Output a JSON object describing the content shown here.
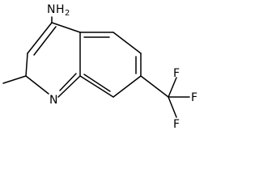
{
  "molecule": {
    "labels": {
      "amine_atom": "N",
      "amine_h": "H",
      "amine_count": "2",
      "ring_nitrogen": "N",
      "fluorine_1": "F",
      "fluorine_2": "F",
      "fluorine_3": "F"
    },
    "colors": {
      "bond": "#000000",
      "text": "#000000",
      "background": "#ffffff"
    }
  }
}
